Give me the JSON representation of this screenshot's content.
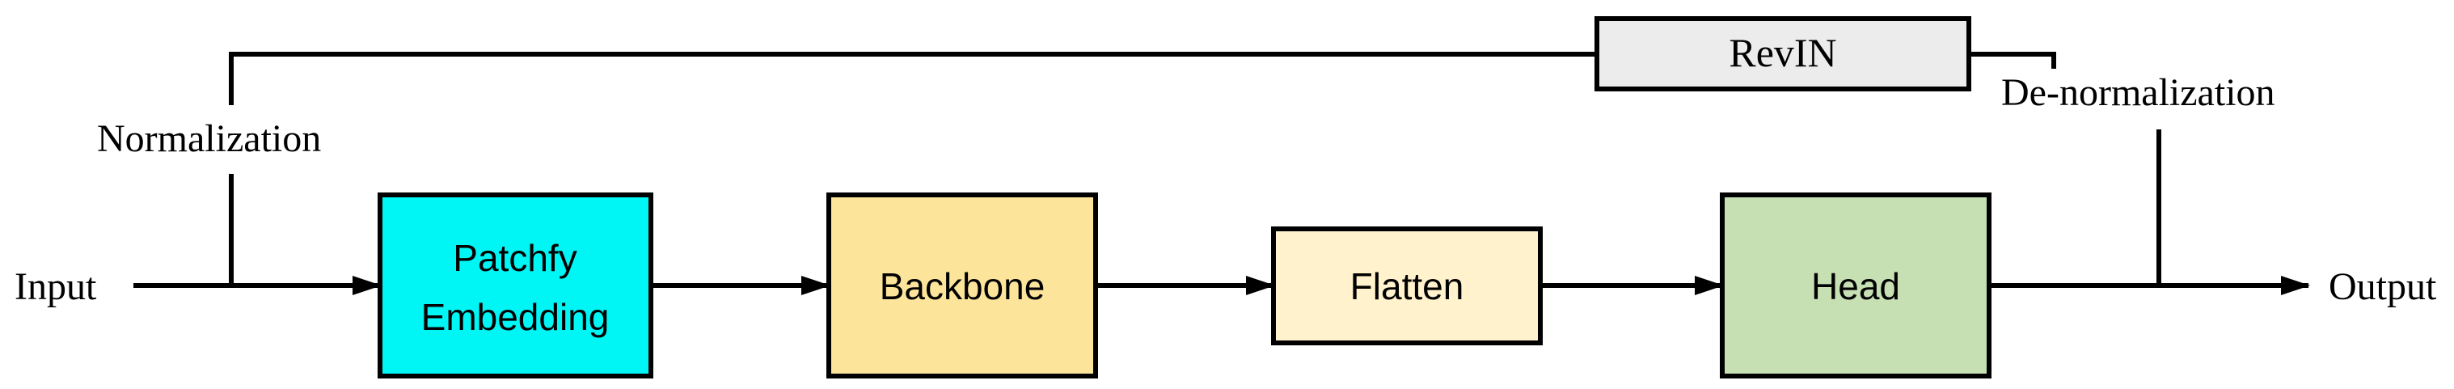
{
  "labels": {
    "input": "Input",
    "output": "Output",
    "normalization": "Normalization",
    "denormalization": "De-normalization"
  },
  "blocks": {
    "patchfy": {
      "line1": "Patchfy",
      "line2": "Embedding",
      "color": "#00f5f5"
    },
    "backbone": {
      "label": "Backbone",
      "color": "#fde49b"
    },
    "flatten": {
      "label": "Flatten",
      "color": "#fff2cc"
    },
    "head": {
      "label": "Head",
      "color": "#c6e0b4"
    },
    "revin": {
      "label": "RevIN",
      "color": "#ececec"
    }
  }
}
